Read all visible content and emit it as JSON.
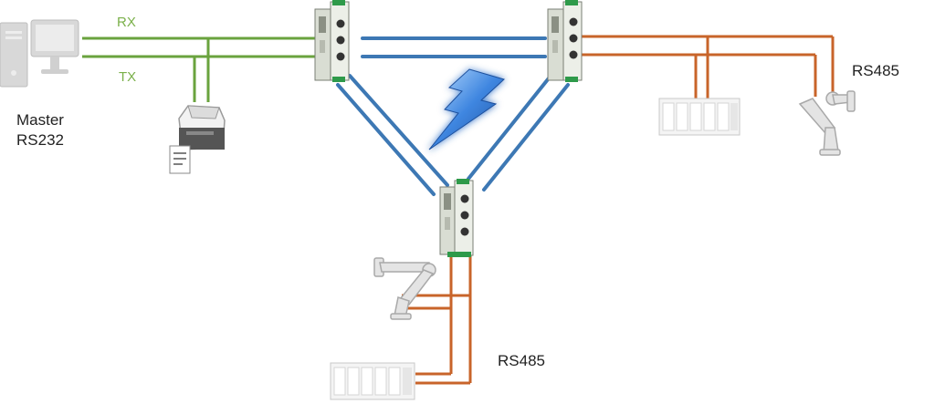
{
  "labels": {
    "rx": "RX",
    "tx": "TX",
    "master_line1": "Master",
    "master_line2": "RS232",
    "rs485_right": "RS485",
    "rs485_bottom": "RS485"
  },
  "colors": {
    "rs232_line": "#6aa33e",
    "rs485_line": "#c8642a",
    "wireless_link": "#3d78b4",
    "lightning": "#3f86e0",
    "device_body": "#e9ece6",
    "connector_green": "#2e9a4a"
  },
  "icons": {
    "master_pc": "desktop-computer-icon",
    "printer": "label-printer-icon",
    "modem": "radio-modem-icon",
    "plc": "plc-rack-icon",
    "robot": "robot-arm-icon",
    "wireless": "lightning-bolt-icon"
  }
}
